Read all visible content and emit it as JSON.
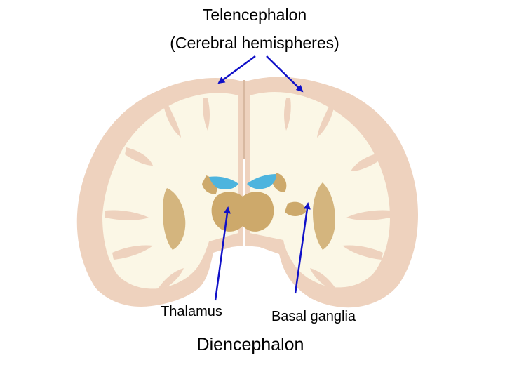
{
  "labels": {
    "title_line1": "Telencephalon",
    "title_line2": "(Cerebral hemispheres)",
    "thalamus": "Thalamus",
    "basal_ganglia": "Basal ganglia",
    "diencephalon": "Diencephalon"
  },
  "colors": {
    "background": "#ffffff",
    "cortex": "#eed2be",
    "white_matter": "#fbf7e6",
    "deep_nuclei": "#cda96b",
    "ventricles": "#4db4de",
    "arrows": "#1010c8",
    "text": "#000000"
  }
}
